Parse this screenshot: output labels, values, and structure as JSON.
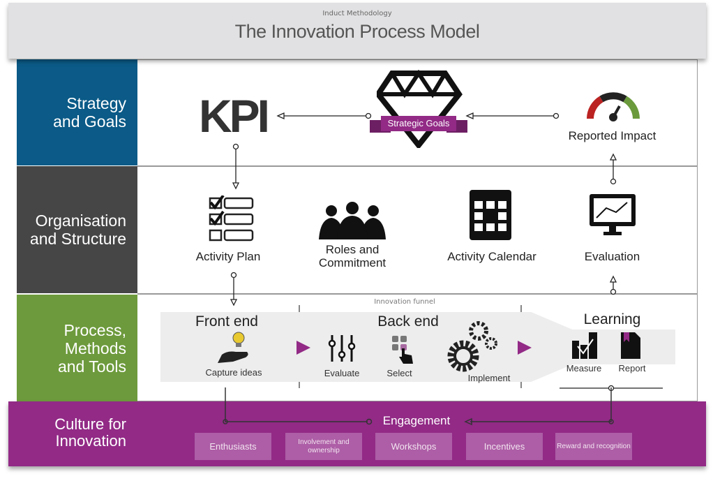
{
  "header": {
    "subtitle": "Induct Methodology",
    "title": "The Innovation Process Model"
  },
  "colors": {
    "strategy": "#0b5a87",
    "organisation": "#464646",
    "process": "#6d9a3c",
    "culture": "#922a86"
  },
  "rows": {
    "strategy": {
      "label": "Strategy and Goals",
      "kpi": "KPI",
      "strategic_goals": "Strategic Goals",
      "reported_impact": "Reported Impact"
    },
    "organisation": {
      "label": "Organisation and Structure",
      "activity_plan": "Activity Plan",
      "roles": "Roles and Commitment",
      "calendar": "Activity Calendar",
      "evaluation": "Evaluation"
    },
    "process": {
      "label": "Process, Methods and Tools",
      "funnel": "Innovation funnel",
      "front_end": "Front end",
      "capture": "Capture ideas",
      "back_end": "Back end",
      "evaluate": "Evaluate",
      "select": "Select",
      "implement": "Implement",
      "learning": "Learning",
      "measure": "Measure",
      "report": "Report"
    },
    "culture": {
      "label": "Culture for Innovation",
      "engagement": "Engagement",
      "items": [
        "Enthusiasts",
        "Involvement and ownership",
        "Workshops",
        "Incentives",
        "Reward and recognition"
      ]
    }
  }
}
